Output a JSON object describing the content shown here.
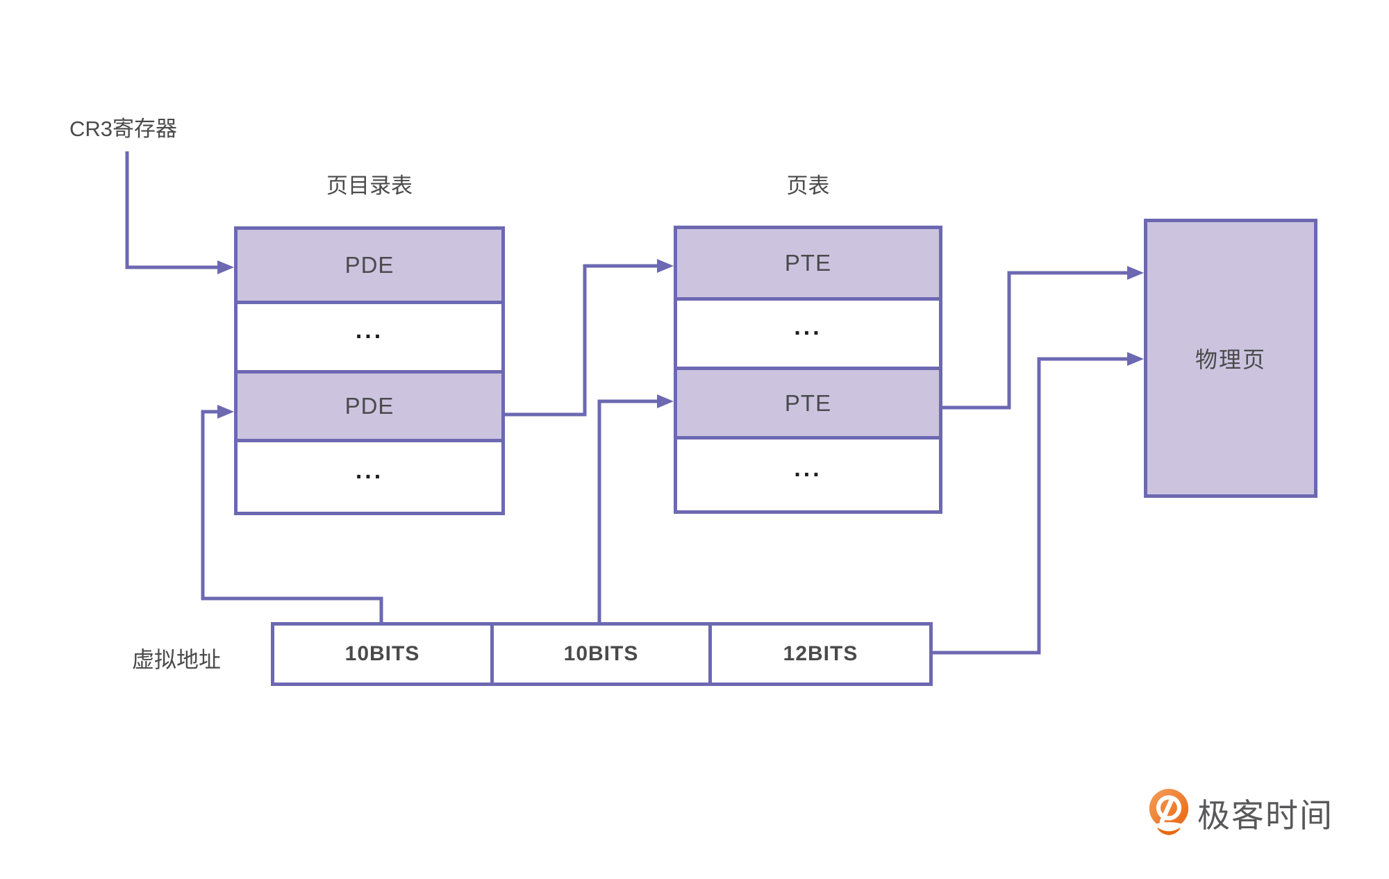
{
  "diagram": {
    "cr3_label": "CR3寄存器",
    "page_directory": {
      "title": "页目录表",
      "rows": [
        {
          "label": "PDE",
          "highlighted": true
        },
        {
          "label": "...",
          "highlighted": false
        },
        {
          "label": "PDE",
          "highlighted": true
        },
        {
          "label": "...",
          "highlighted": false
        }
      ]
    },
    "page_table": {
      "title": "页表",
      "rows": [
        {
          "label": "PTE",
          "highlighted": true
        },
        {
          "label": "...",
          "highlighted": false
        },
        {
          "label": "PTE",
          "highlighted": true
        },
        {
          "label": "...",
          "highlighted": false
        }
      ]
    },
    "physical_page_label": "物理页",
    "virtual_address_label": "虚拟地址",
    "virtual_address_segments": [
      {
        "label": "10BITS"
      },
      {
        "label": "10BITS"
      },
      {
        "label": "12BITS"
      }
    ],
    "colors": {
      "accent": "#6C68B2",
      "row_fill": "#CCC4DF",
      "text": "#4A4A4A",
      "logo_orange": "#EB6C1E",
      "logo_text": "#58585A"
    }
  },
  "logo": {
    "text": "极客时间",
    "icon": "geektime-icon"
  }
}
